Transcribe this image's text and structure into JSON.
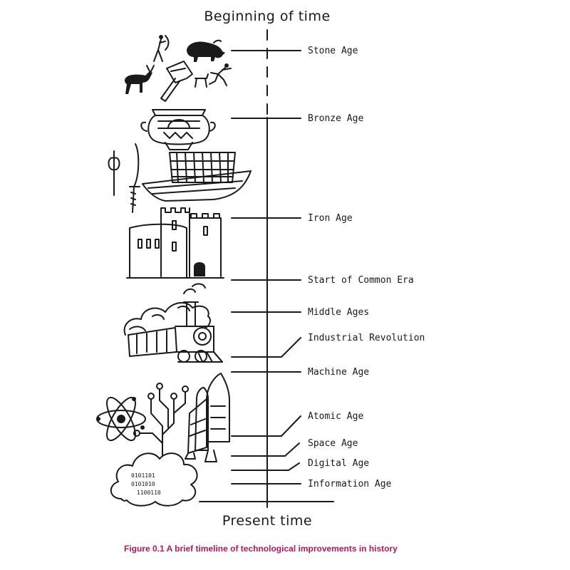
{
  "diagram": {
    "top_label": "Beginning of time",
    "bottom_label": "Present time",
    "eras": [
      {
        "label": "Stone Age"
      },
      {
        "label": "Bronze Age"
      },
      {
        "label": "Iron Age"
      },
      {
        "label": "Start of Common Era"
      },
      {
        "label": "Middle Ages"
      },
      {
        "label": "Industrial Revolution"
      },
      {
        "label": "Machine Age"
      },
      {
        "label": "Atomic Age"
      },
      {
        "label": "Space Age"
      },
      {
        "label": "Digital Age"
      },
      {
        "label": "Information Age"
      }
    ],
    "binary_text": [
      "0101101",
      "0101010",
      "1100110"
    ],
    "caption": "Figure 0.1 A brief timeline of technological improvements in history"
  }
}
